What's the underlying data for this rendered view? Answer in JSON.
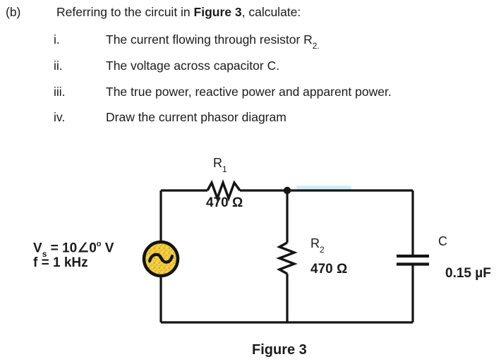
{
  "problem": {
    "label": "(b)",
    "intro_prefix": "Referring to the circuit in ",
    "intro_bold": "Figure 3",
    "intro_suffix": ", calculate:",
    "items": [
      {
        "numeral": "i.",
        "pre": "The current flowing through resistor R",
        "sub": "2."
      },
      {
        "numeral": "ii.",
        "pre": "The voltage across capacitor C."
      },
      {
        "numeral": "iii.",
        "pre": "The true power, reactive power and apparent power."
      },
      {
        "numeral": "iv.",
        "pre": "Draw the current phasor diagram"
      }
    ]
  },
  "circuit": {
    "source_label": {
      "p1": "V",
      "sub": "s",
      "p2": " = 10∠0",
      "sup": "o",
      "p3": " V"
    },
    "freq_label": "f = 1 kHz",
    "r1": {
      "name": "R",
      "sub": "1",
      "value": "470 Ω"
    },
    "r2": {
      "name": "R",
      "sub": "2",
      "value": "470 Ω"
    },
    "cap": {
      "name": "C",
      "value": "0.15 µF"
    },
    "caption": "Figure 3"
  },
  "colors": {
    "wire": "#141414",
    "source_fill": "#f0cf3e",
    "source_speckle": "#d9941e",
    "artifact_cyan": "#a8dcec",
    "text": "#1b1b1b"
  }
}
